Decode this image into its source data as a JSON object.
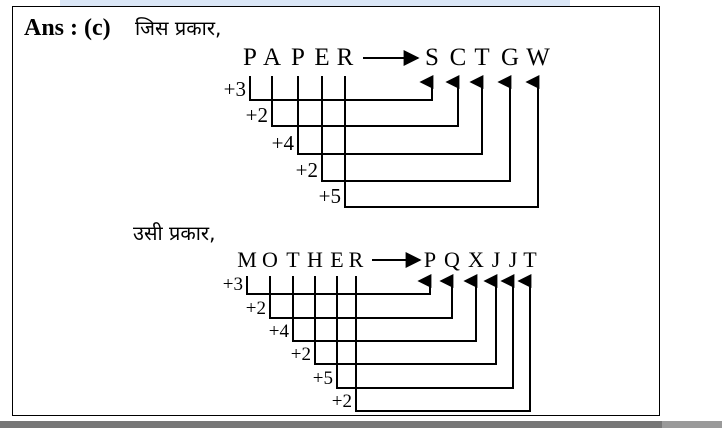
{
  "answer": {
    "prefix": "Ans : (c)",
    "intro": "जिस प्रकार,",
    "middle": "उसी प्रकार,"
  },
  "example1": {
    "source": [
      "P",
      "A",
      "P",
      "E",
      "R"
    ],
    "target": [
      "S",
      "C",
      "T",
      "G",
      "W"
    ],
    "shifts": [
      "+3",
      "+2",
      "+4",
      "+2",
      "+5"
    ]
  },
  "example2": {
    "source": [
      "M",
      "O",
      "T",
      "H",
      "E",
      "R"
    ],
    "target": [
      "P",
      "Q",
      "X",
      "J",
      "J",
      "T"
    ],
    "shifts": [
      "+3",
      "+2",
      "+4",
      "+2",
      "+5",
      "+2"
    ]
  }
}
